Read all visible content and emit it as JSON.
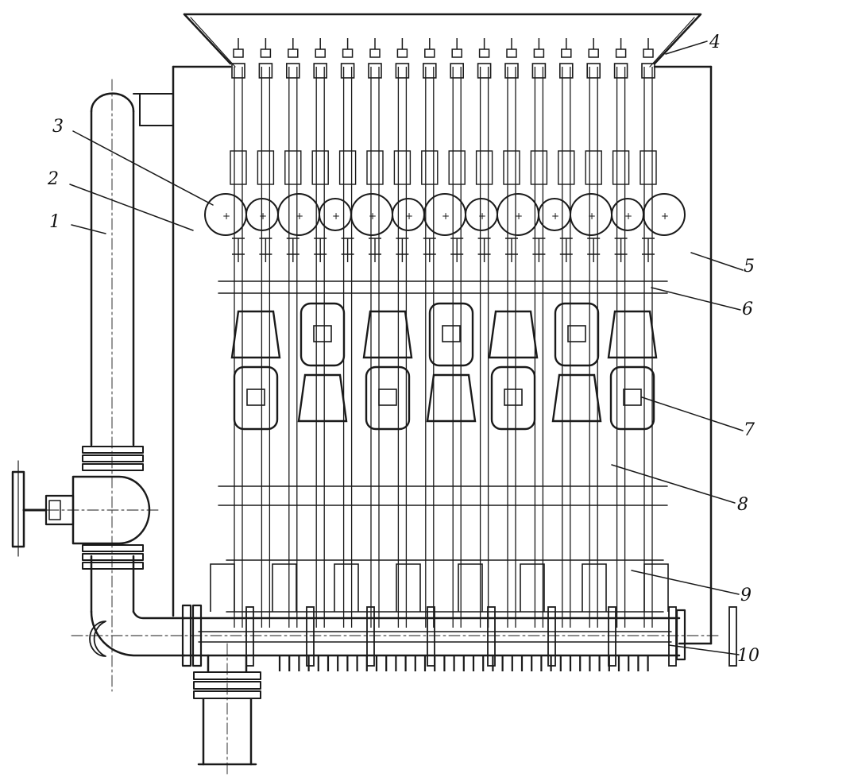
{
  "colors": {
    "ink": "#1a1a1a",
    "paper": "#ffffff"
  },
  "labels": [
    {
      "id": "1",
      "text": "1"
    },
    {
      "id": "2",
      "text": "2"
    },
    {
      "id": "3",
      "text": "3"
    },
    {
      "id": "4",
      "text": "4"
    },
    {
      "id": "5",
      "text": "5"
    },
    {
      "id": "6",
      "text": "6"
    },
    {
      "id": "7",
      "text": "7"
    },
    {
      "id": "8",
      "text": "8"
    },
    {
      "id": "9",
      "text": "9"
    },
    {
      "id": "10",
      "text": "10"
    }
  ]
}
